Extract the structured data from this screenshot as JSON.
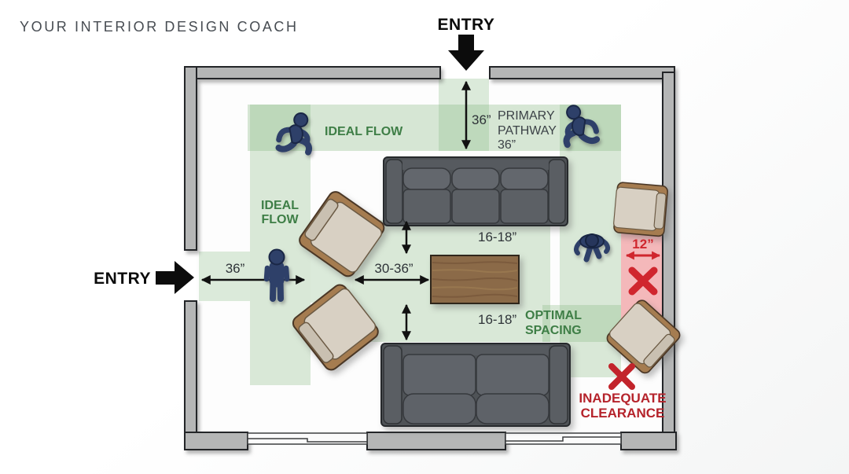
{
  "header": {
    "title": "YOUR INTERIOR DESIGN COACH"
  },
  "entry_top": {
    "label": "ENTRY"
  },
  "entry_left": {
    "label": "ENTRY"
  },
  "flow": {
    "ideal_flow_top": "IDEAL FLOW",
    "ideal_flow_left_1": "IDEAL",
    "ideal_flow_left_2": "FLOW",
    "primary_pathway_1": "PRIMARY",
    "primary_pathway_2": "PATHWAY",
    "primary_pathway_3": "36”",
    "optimal_spacing_1": "OPTIMAL",
    "optimal_spacing_2": "SPACING"
  },
  "measurements": {
    "top_pathway_width": "36”",
    "left_entry_clearance": "36”",
    "seating_to_table": "30-36”",
    "table_clearance_top": "16-18”",
    "table_clearance_bottom": "16-18”",
    "right_wall_gap": "12”"
  },
  "warnings": {
    "inadequate_1": "INADEQUATE",
    "inadequate_2": "CLEARANCE"
  },
  "icons": {
    "entry_arrow_down": "entry-arrow-down-icon",
    "entry_arrow_right": "entry-arrow-right-icon",
    "running_person_left": "running-person-icon",
    "running_person_right": "running-person-icon",
    "standing_person": "standing-person-icon",
    "topview_person": "topview-person-icon",
    "red_x_gap": "x-mark-icon",
    "red_x_clearance": "x-mark-icon"
  },
  "colors": {
    "flow_green_band": "#7db476",
    "label_green": "#3e7e46",
    "warning_red": "#d0262e",
    "dark_red_text": "#b5232b",
    "inadequate_pink_band": "#f2b2b4",
    "wall_gray": "#b5b6b6",
    "sofa_gray": "#585c61",
    "chair_beige": "#d8d0c3",
    "chair_wood": "#a57c50",
    "table_wood": "#8b6a48",
    "person_navy": "#2e4069"
  }
}
